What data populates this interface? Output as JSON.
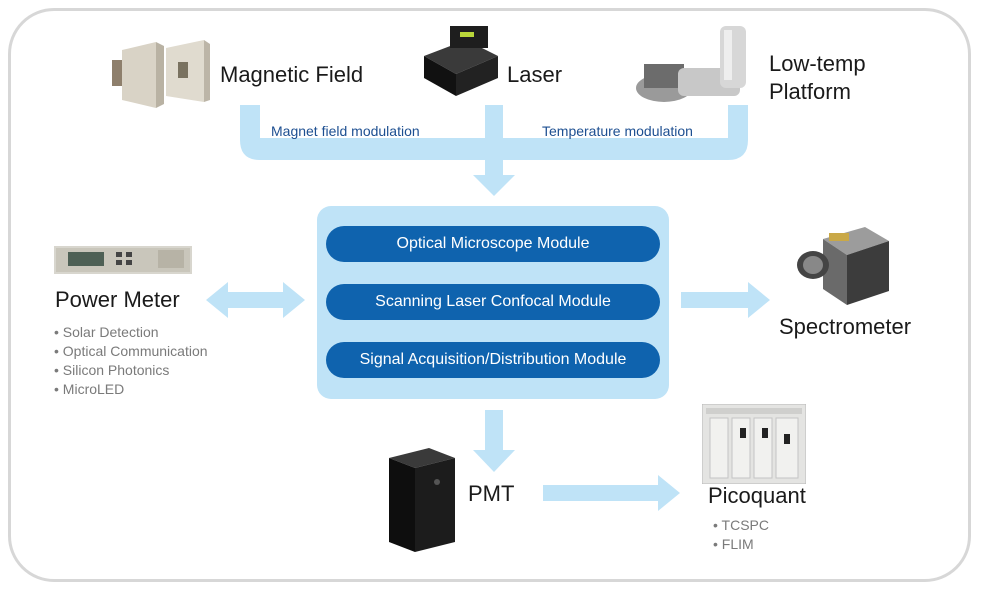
{
  "inputs": {
    "magnetic_field": "Magnetic Field",
    "laser": "Laser",
    "low_temp_line1": "Low-temp",
    "low_temp_line2": "Platform"
  },
  "modulations": {
    "magnet": "Magnet field modulation",
    "temperature": "Temperature modulation"
  },
  "modules": [
    "Optical Microscope Module",
    "Scanning Laser Confocal Module",
    "Signal Acquisition/Distribution Module"
  ],
  "power_meter": {
    "label": "Power Meter",
    "bullets": [
      "Solar Detection",
      "Optical Communication",
      "Silicon Photonics",
      "MicroLED"
    ]
  },
  "spectrometer": {
    "label": "Spectrometer"
  },
  "pmt": {
    "label": "PMT"
  },
  "picoquant": {
    "label": "Picoquant",
    "bullets": [
      "TCSPC",
      "FLIM"
    ]
  },
  "colors": {
    "arrow": "#bfe3f7",
    "module_pill": "#0f63ae",
    "modulation_text": "#1d4f91"
  }
}
